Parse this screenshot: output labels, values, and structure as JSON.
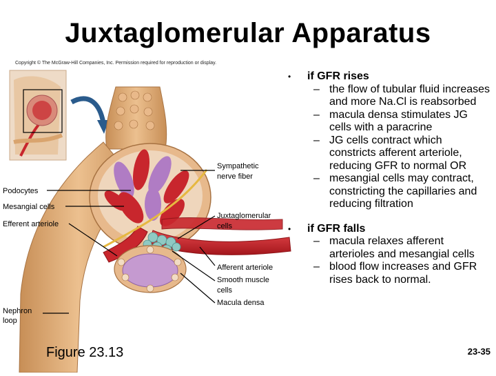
{
  "title": "Juxtaglomerular Apparatus",
  "copyright": "Copyright © The McGraw-Hill Companies, Inc. Permission required for reproduction or display.",
  "figure": {
    "labels_left": {
      "podocytes": "Podocytes",
      "mesangial": "Mesangial cells",
      "efferent": "Efferent arteriole",
      "nephron_1": "Nephron",
      "nephron_2": "loop"
    },
    "labels_right": {
      "sympathetic_1": "Sympathetic",
      "sympathetic_2": "nerve fiber",
      "juxta_1": "Juxtaglomerular",
      "juxta_2": "cells",
      "afferent": "Afferent arteriole",
      "smooth_1": "Smooth muscle",
      "smooth_2": "cells",
      "macula": "Macula densa"
    },
    "caption": "Figure 23.13"
  },
  "bullets": [
    {
      "head": "if GFR rises",
      "items": [
        "the flow of tubular fluid increases and more Na.Cl is reabsorbed",
        "macula densa stimulates JG cells with a paracrine",
        "JG cells contract which constricts afferent arteriole, reducing GFR to normal OR",
        "mesangial cells may contract, constricting the capillaries and reducing filtration"
      ]
    },
    {
      "head": "if GFR falls",
      "items": [
        "macula  relaxes afferent arterioles and mesangial cells",
        "blood flow increases and GFR rises back to normal."
      ]
    }
  ],
  "bullet_glyph": "•",
  "dash_glyph": "–",
  "page_number": "23-35",
  "colors": {
    "tubule": "#d9a46e",
    "tubule_dark": "#b98049",
    "artery": "#c8262d",
    "artery_dark": "#8e1418",
    "podocyte": "#b07cc4",
    "juxta": "#8fc9c3",
    "arrow": "#2a5b8c"
  }
}
